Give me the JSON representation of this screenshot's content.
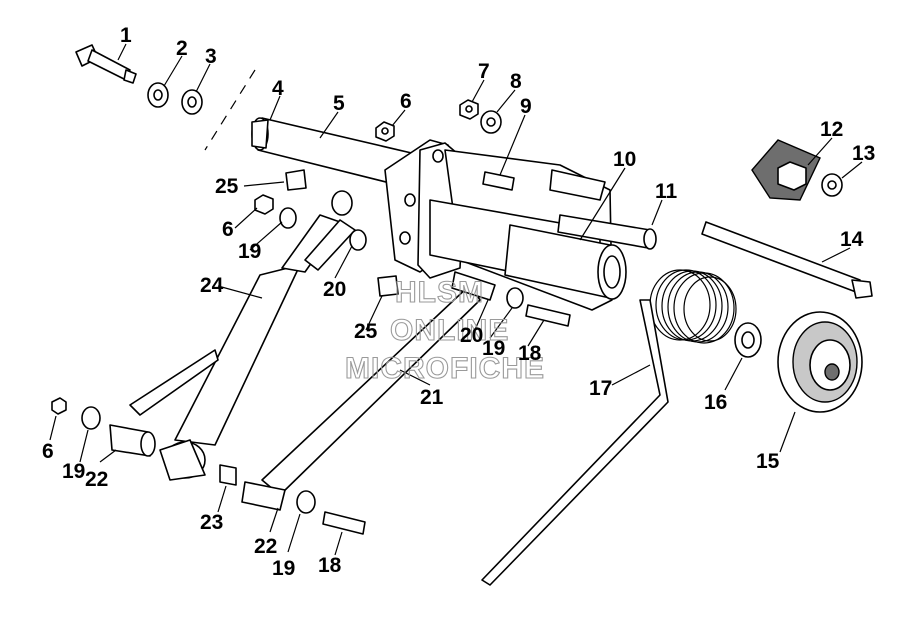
{
  "diagram": {
    "watermark": [
      "HLSM",
      "ONLINE",
      "MICROFICHE"
    ],
    "callouts": [
      {
        "id": "c1",
        "text": "1"
      },
      {
        "id": "c2",
        "text": "2"
      },
      {
        "id": "c3",
        "text": "3"
      },
      {
        "id": "c4",
        "text": "4"
      },
      {
        "id": "c5",
        "text": "5"
      },
      {
        "id": "c6a",
        "text": "6"
      },
      {
        "id": "c7",
        "text": "7"
      },
      {
        "id": "c8",
        "text": "8"
      },
      {
        "id": "c9",
        "text": "9"
      },
      {
        "id": "c10",
        "text": "10"
      },
      {
        "id": "c11",
        "text": "11"
      },
      {
        "id": "c12",
        "text": "12"
      },
      {
        "id": "c13",
        "text": "13"
      },
      {
        "id": "c14",
        "text": "14"
      },
      {
        "id": "c25a",
        "text": "25"
      },
      {
        "id": "c6b",
        "text": "6"
      },
      {
        "id": "c19a",
        "text": "19"
      },
      {
        "id": "c20a",
        "text": "20"
      },
      {
        "id": "c24",
        "text": "24"
      },
      {
        "id": "c25b",
        "text": "25"
      },
      {
        "id": "c20b",
        "text": "20"
      },
      {
        "id": "c19b",
        "text": "19"
      },
      {
        "id": "c18a",
        "text": "18"
      },
      {
        "id": "c21",
        "text": "21"
      },
      {
        "id": "c17",
        "text": "17"
      },
      {
        "id": "c16",
        "text": "16"
      },
      {
        "id": "c15",
        "text": "15"
      },
      {
        "id": "c6c",
        "text": "6"
      },
      {
        "id": "c19c",
        "text": "19"
      },
      {
        "id": "c22a",
        "text": "22"
      },
      {
        "id": "c23",
        "text": "23"
      },
      {
        "id": "c22b",
        "text": "22"
      },
      {
        "id": "c19d",
        "text": "19"
      },
      {
        "id": "c18b",
        "text": "18"
      }
    ]
  }
}
